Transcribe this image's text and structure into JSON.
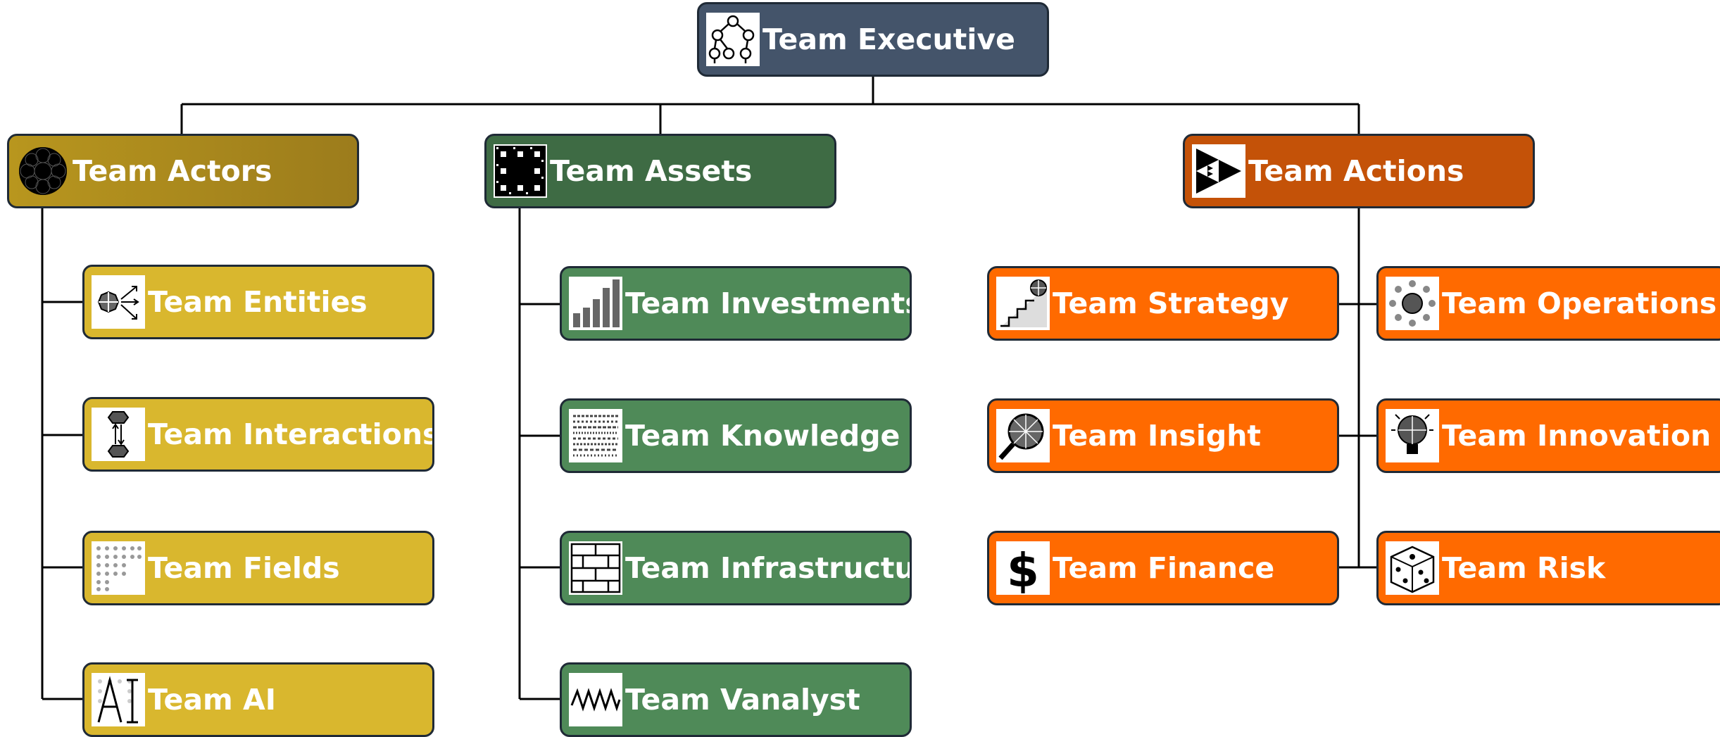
{
  "executive": {
    "label": "Team Executive",
    "icon": "org-chart-icon"
  },
  "actors": {
    "label": "Team Actors",
    "icon": "black-circle-cluster-icon",
    "children": [
      {
        "label": "Team Entities",
        "icon": "octagon-arrows-icon"
      },
      {
        "label": "Team Interactions",
        "icon": "two-octagons-linked-icon"
      },
      {
        "label": "Team Fields",
        "icon": "dot-grid-icon"
      },
      {
        "label": "Team AI",
        "icon": "ai-letters-icon"
      }
    ]
  },
  "assets": {
    "label": "Team Assets",
    "icon": "sierpinski-carpet-icon",
    "children": [
      {
        "label": "Team Investments",
        "icon": "bar-chart-icon"
      },
      {
        "label": "Team Knowledge",
        "icon": "text-texture-icon"
      },
      {
        "label": "Team Infrastructure",
        "icon": "brick-wall-icon"
      },
      {
        "label": "Team Vanalyst",
        "icon": "zigzag-icon"
      }
    ]
  },
  "actions": {
    "label": "Team Actions",
    "icon": "sierpinski-triangle-icon",
    "left": [
      {
        "label": "Team Strategy",
        "icon": "stairs-target-icon"
      },
      {
        "label": "Team Insight",
        "icon": "magnifier-icon"
      },
      {
        "label": "Team Finance",
        "icon": "dollar-icon"
      }
    ],
    "right": [
      {
        "label": "Team Operations",
        "icon": "gear-dots-icon"
      },
      {
        "label": "Team Innovation",
        "icon": "lightbulb-icon"
      },
      {
        "label": "Team Risk",
        "icon": "dice-icon"
      }
    ]
  },
  "colors": {
    "executive": "#44546a",
    "actors_header": "#a8871c",
    "actors_child": "#d9b72e",
    "assets_header": "#3e6b44",
    "assets_child": "#4f8a58",
    "actions_header": "#c45208",
    "actions_child": "#ff6a00",
    "connector": "#000000"
  }
}
